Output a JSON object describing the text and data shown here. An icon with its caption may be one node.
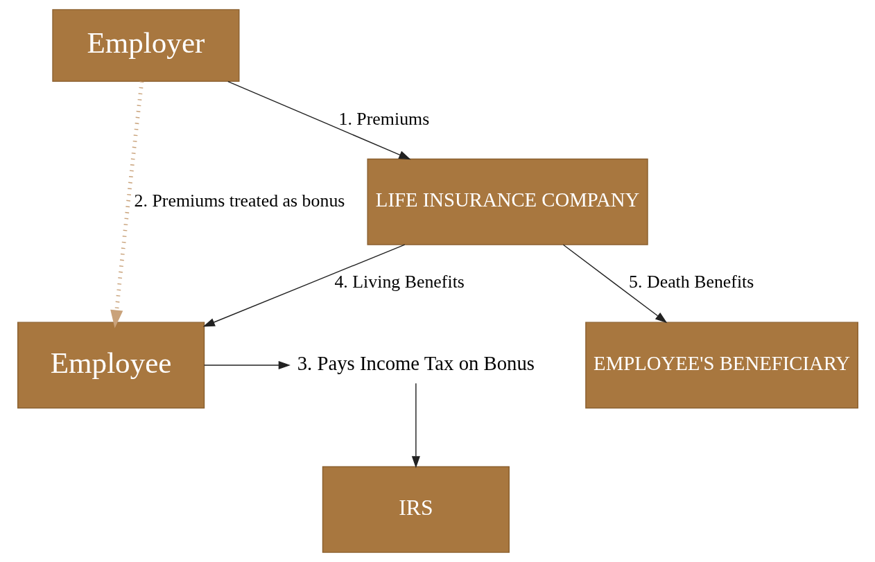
{
  "diagram": {
    "nodes": [
      {
        "text": [
          "Employer"
        ]
      },
      {
        "text": [
          "LIFE INSURANCE COMPANY"
        ]
      },
      {
        "text": [
          "Employee"
        ]
      },
      {
        "text": [
          "EMPLOYEE'S BENEFICIARY"
        ]
      },
      {
        "text": [
          "3. Pays Income Tax on Bonus"
        ]
      },
      {
        "text": [
          "IRS"
        ]
      }
    ],
    "edges": [
      {
        "from": 0,
        "to": 1,
        "arrow": "to",
        "label": "1. Premiums"
      },
      {
        "from": 0,
        "to": 2,
        "arrow": "to",
        "label": "2. Premiums treated as bonus",
        "style": "dashed",
        "color": "#c9a27a"
      },
      {
        "from": 1,
        "to": 2,
        "arrow": "to",
        "label": "4. Living Benefits"
      },
      {
        "from": 1,
        "to": 3,
        "arrow": "to",
        "label": "5. Death Benefits"
      },
      {
        "from": 2,
        "to": 4,
        "arrow": "to"
      },
      {
        "from": 4,
        "to": 5,
        "arrow": "to"
      }
    ]
  }
}
